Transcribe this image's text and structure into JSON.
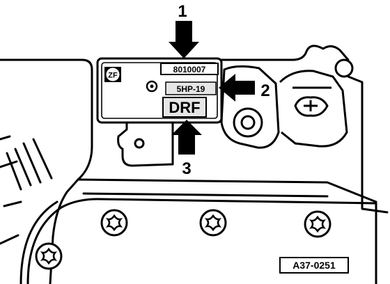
{
  "plate": {
    "logo": "ZF",
    "serial_number": "8010007",
    "type_code": "5HP-19",
    "code_letters": "DRF"
  },
  "callouts": {
    "c1": "1",
    "c2": "2",
    "c3": "3"
  },
  "figure_ref": "A37-0251",
  "colors": {
    "ink": "#000000",
    "paper": "#ffffff",
    "shade": "#e6e6e6"
  }
}
